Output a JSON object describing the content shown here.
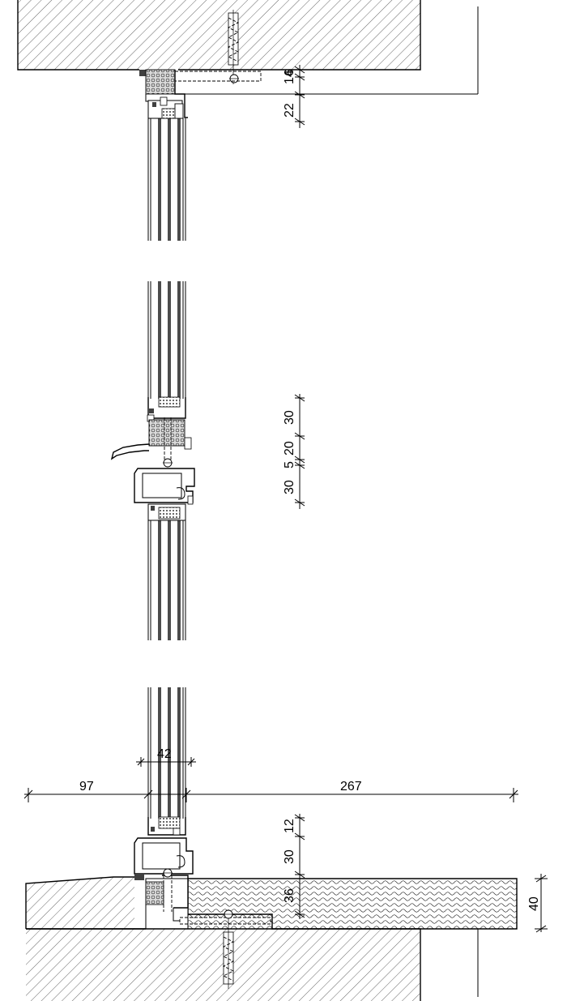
{
  "dimensions": {
    "top_14": "14",
    "top_6": "6",
    "top_22": "22",
    "mid_30a": "30",
    "mid_20": "20",
    "mid_5": "5",
    "mid_30b": "30",
    "glass_42": "42",
    "left_97": "97",
    "right_267": "267",
    "bot_12": "12",
    "bot_30": "30",
    "bot_36": "36",
    "sill_40": "40"
  },
  "colors": {
    "line": "#000000",
    "background": "#ffffff",
    "seal_fill": "#bfbfbf",
    "gasket_fill": "#404040"
  }
}
